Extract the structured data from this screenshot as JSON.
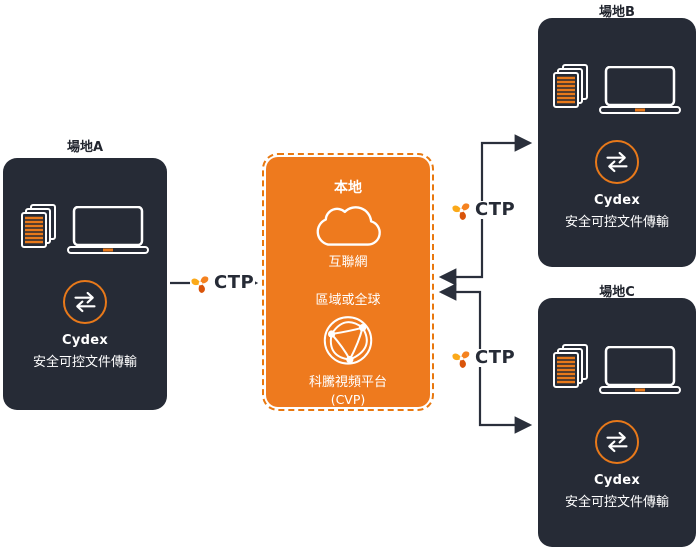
{
  "colors": {
    "orange": "#ee7a1e",
    "dark_panel": "#262b36",
    "line_dark": "#2a2f3b"
  },
  "sites": {
    "a": {
      "title": "場地A",
      "product": "Cydex",
      "caption": "安全可控文件傳輸"
    },
    "b": {
      "title": "場地B",
      "product": "Cydex",
      "caption": "安全可控文件傳輸"
    },
    "c": {
      "title": "場地C",
      "product": "Cydex",
      "caption": "安全可控文件傳輸"
    }
  },
  "center": {
    "title": "本地",
    "internet_label": "互聯網",
    "scope_label": "區域或全球",
    "platform_name": "科騰視頻平台",
    "platform_abbr": "(CVP)"
  },
  "links": {
    "a_to_center": {
      "label": "CTP"
    },
    "center_b": {
      "label": "CTP"
    },
    "center_c": {
      "label": "CTP"
    }
  }
}
